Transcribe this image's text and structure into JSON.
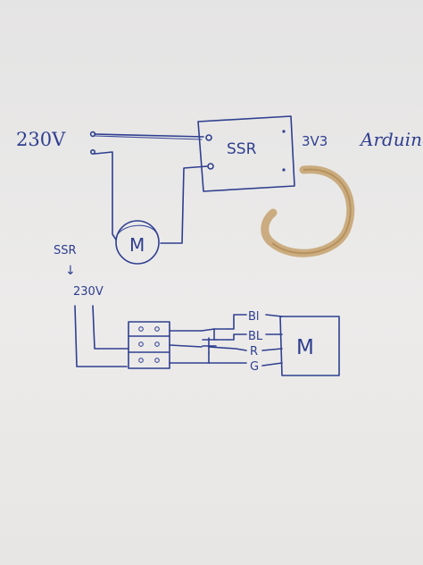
{
  "labels": {
    "mains_voltage": "230V",
    "relay": "SSR",
    "logic_voltage": "3V3",
    "controller": "Arduino",
    "motor_top": "M",
    "motor_bottom": "M",
    "note_relay": "SSR",
    "note_arrow": "↓",
    "note_voltage": "230V",
    "wire_1": "Bl",
    "wire_2": "BL",
    "wire_3": "R",
    "wire_4": "G"
  },
  "colors": {
    "paper": "#e9e7e6",
    "ink": "#2f3f8f",
    "stain": "#b07a2a"
  }
}
